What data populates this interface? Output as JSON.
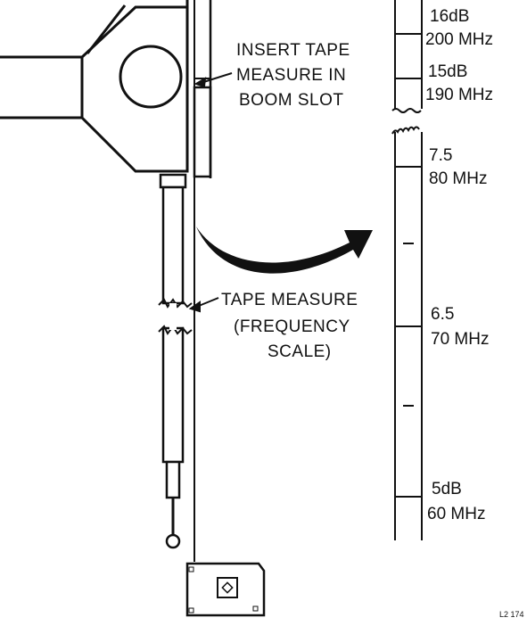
{
  "callouts": {
    "insert_line1": "INSERT TAPE",
    "insert_line2": "MEASURE IN",
    "insert_line3": "BOOM SLOT",
    "tape_line1": "TAPE MEASURE",
    "tape_line2": "(FREQUENCY",
    "tape_line3": "SCALE)"
  },
  "scale": {
    "marks": [
      {
        "db": "16dB",
        "freq": "200 MHz"
      },
      {
        "db": "15dB",
        "freq": "190 MHz"
      },
      {
        "db": "7.5",
        "freq": "80 MHz"
      },
      {
        "db": "6.5",
        "freq": "70 MHz"
      },
      {
        "db": "5dB",
        "freq": "60 MHz"
      }
    ]
  },
  "figure_code": "L2 174"
}
